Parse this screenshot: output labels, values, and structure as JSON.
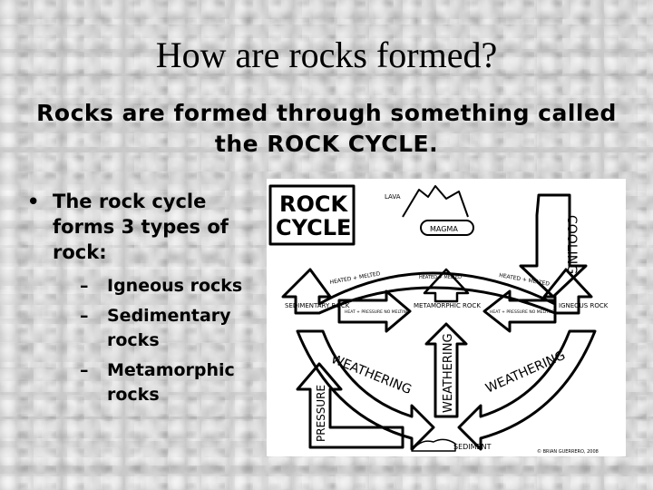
{
  "slide": {
    "title": "How are rocks formed?",
    "subtitle": "Rocks are formed through something called the ROCK CYCLE.",
    "bullet_marker": "•",
    "bullet": "The rock cycle forms 3 types of rock:",
    "sub_marker": "–",
    "sub_items": [
      "Igneous rocks",
      "Sedimentary rocks",
      "Metamorphic rocks"
    ]
  },
  "diagram": {
    "title_line1": "ROCK",
    "title_line2": "CYCLE",
    "lava": "LAVA",
    "magma": "MAGMA",
    "cooling": "COOLING",
    "heated_melted_top": "HEATED + MELTED",
    "heated_melted_left": "HEATED + MELTED",
    "heated_melted_right": "HEATED + MELTED",
    "sedimentary": "SEDIMENTARY ROCK",
    "metamorphic": "METAMORPHIC ROCK",
    "igneous": "IGNEOUS ROCK",
    "heat_pressure_left": "HEAT + PRESSURE NO MELTING",
    "heat_pressure_right": "HEAT + PRESSURE NO MELTING",
    "weathering_left": "WEATHERING",
    "weathering_center": "WEATHERING",
    "weathering_right": "WEATHERING",
    "pressure": "PRESSURE",
    "sediment": "SEDIMENT",
    "credit": "© BRIAN GUERRERO, 2008"
  }
}
